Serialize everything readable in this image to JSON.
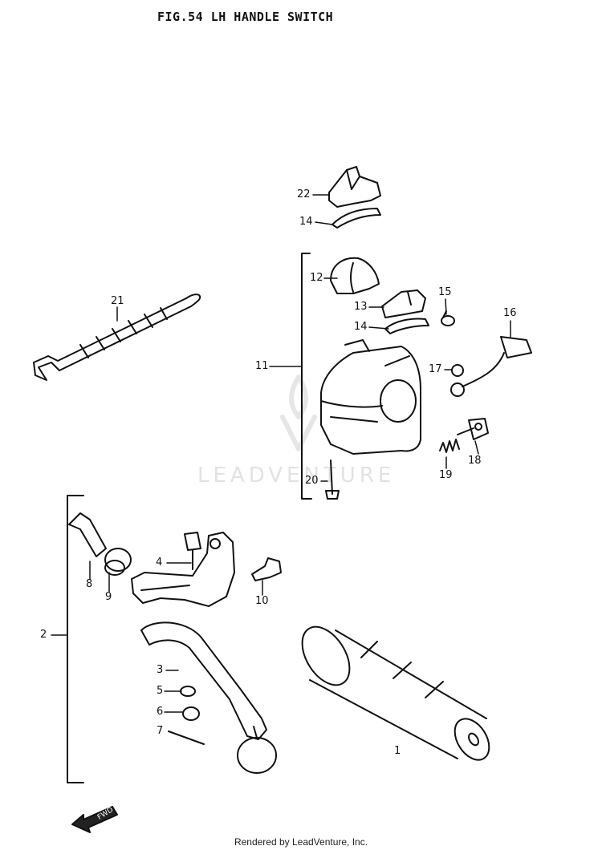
{
  "title": "FIG.54  LH HANDLE SWITCH",
  "watermark": "LEADVENTURE",
  "footer": "Rendered by LeadVenture, Inc.",
  "direction_label": "FWD",
  "callouts": {
    "p1": "1",
    "p2": "2",
    "p3": "3",
    "p4": "4",
    "p5": "5",
    "p6": "6",
    "p7": "7",
    "p8": "8",
    "p9": "9",
    "p10": "10",
    "p11": "11",
    "p12": "12",
    "p13": "13",
    "p14a": "14",
    "p14b": "14",
    "p15": "15",
    "p16": "16",
    "p17": "17",
    "p18": "18",
    "p19": "19",
    "p20": "20",
    "p21": "21",
    "p22": "22"
  }
}
